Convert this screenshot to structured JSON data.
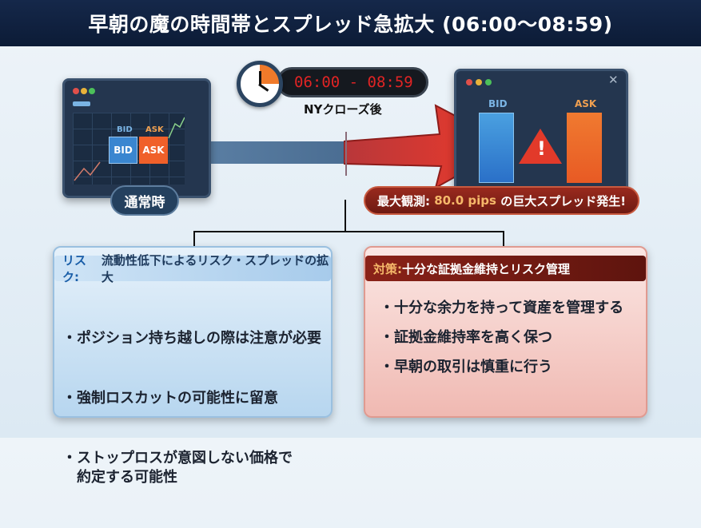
{
  "title": "早朝の魔の時間帯とスプレッド急拡大 (06:00〜08:59)",
  "timer": {
    "range": "06:00 - 08:59",
    "caption": "NYクローズ後"
  },
  "normal": {
    "bid": "BID",
    "ask": "ASK",
    "bid_box": "BID",
    "ask_box": "ASK",
    "label": "通常時"
  },
  "spike": {
    "bid": "BID",
    "ask": "ASK",
    "banner_prefix": "最大観測: ",
    "banner_value": "80.0 pips",
    "banner_suffix": " の巨大スプレッド発生!"
  },
  "risk": {
    "head_prefix": "リスク:",
    "head_text": " 流動性低下によるリスク・スプレッドの拡大",
    "items": [
      "・ポジション持ち越しの際は注意が必要",
      "・強制ロスカットの可能性に留意",
      "・ストップロスが意図しない価格で\n　約定する可能性"
    ]
  },
  "measure": {
    "head_prefix": "対策:",
    "head_text": " 十分な証拠金維持とリスク管理",
    "items": [
      "・十分な余力を持って資産を管理する",
      "・証拠金維持率を高く保つ",
      "・早朝の取引は慎重に行う"
    ]
  },
  "colors": {
    "navy": "#15284a",
    "bid": "#2f7fd0",
    "ask": "#f0612a",
    "alert": "#e23a2a"
  }
}
